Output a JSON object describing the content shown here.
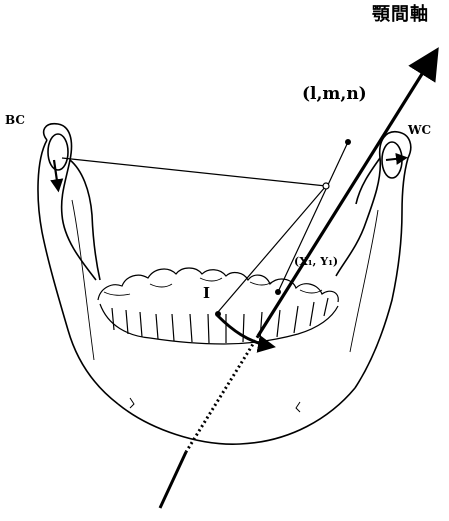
{
  "labels": {
    "axis_title": "顎間軸",
    "direction": "(l,m,n)",
    "left_condyle": "BC",
    "right_condyle": "WC",
    "incisal_point": "I",
    "coordinate": "(X₁, Y₁)"
  },
  "colors": {
    "ink": "#000000",
    "background": "#ffffff"
  }
}
